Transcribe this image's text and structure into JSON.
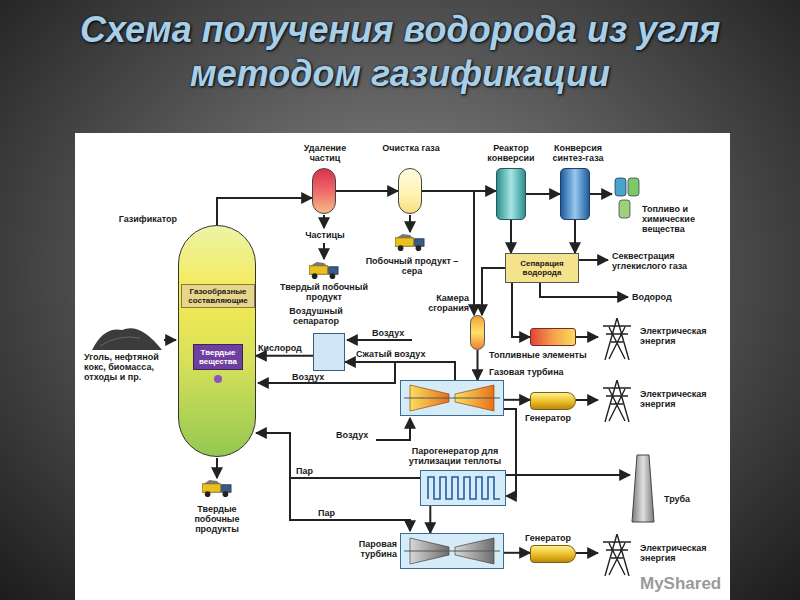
{
  "diagram": {
    "title": "Схема получения водорода из угля методом газификации",
    "nodes": [
      {
        "text": [
          "Газификатор"
        ]
      },
      {
        "text": [
          "Газообразные составляющие"
        ],
        "in": 0
      },
      {
        "text": [
          "Твердые вещества"
        ],
        "in": 0
      },
      {
        "text": [
          "Удаление частиц"
        ]
      },
      {
        "text": [
          "Очистка газа"
        ]
      },
      {
        "text": [
          "Реактор конверсии"
        ]
      },
      {
        "text": [
          "Конверсия синтез-газа"
        ]
      },
      {
        "text": [
          "Сепарация водорода"
        ]
      },
      {
        "text": [
          "Воздушный сепаратор"
        ]
      },
      {
        "text": [
          "Камера сгорания"
        ]
      },
      {
        "text": [
          "Топливные элементы"
        ]
      },
      {
        "text": [
          "Газовая турбина"
        ]
      },
      {
        "text": [
          "Генератор"
        ]
      },
      {
        "text": [
          "Парогенератор для утилизации теплоты"
        ]
      },
      {
        "text": [
          "Паровая турбина"
        ]
      },
      {
        "text": [
          "Генератор"
        ]
      }
    ],
    "edges": [
      {
        "from": 0,
        "to": 3,
        "arrow": "to"
      },
      {
        "from": 3,
        "to": 4,
        "arrow": "to"
      },
      {
        "from": 4,
        "to": 5,
        "arrow": "to"
      },
      {
        "from": 5,
        "to": 6,
        "arrow": "to"
      },
      {
        "from": 6,
        "to": 7,
        "arrow": "to"
      },
      {
        "from": 5,
        "to": 7,
        "arrow": "to"
      },
      {
        "from": 4,
        "to": 9,
        "arrow": "to"
      },
      {
        "from": 7,
        "to": 9,
        "arrow": "to"
      },
      {
        "from": 7,
        "to": 10,
        "arrow": "to"
      },
      {
        "from": 8,
        "to": 0,
        "arrow": "to"
      },
      {
        "from": 11,
        "to": 8,
        "arrow": "to"
      },
      {
        "from": 9,
        "to": 11,
        "arrow": "to"
      },
      {
        "from": 11,
        "to": 12,
        "arrow": "to"
      },
      {
        "from": 11,
        "to": 13,
        "arrow": "to"
      },
      {
        "from": 13,
        "to": 14,
        "arrow": "to"
      },
      {
        "from": 14,
        "to": 15,
        "arrow": "to"
      },
      {
        "from": 13,
        "to": 0,
        "arrow": "to"
      }
    ],
    "labels": [
      "Частицы",
      "Побочный продукт – сера",
      "Твердый побочный продукт",
      "Топливо и химические вещества",
      "Секвестрация углекислого газа",
      "Водород",
      "Электрическая энергия",
      "Электрическая энергия",
      "Электрическая энергия",
      "Труба",
      "Уголь, нефтяной кокс, биомасса, отходы и пр.",
      "Кислород",
      "Воздух",
      "Сжатый воздух",
      "Воздух",
      "Воздух",
      "Пар",
      "Пар",
      "Твердые побочные продукты",
      "MyShared"
    ]
  }
}
